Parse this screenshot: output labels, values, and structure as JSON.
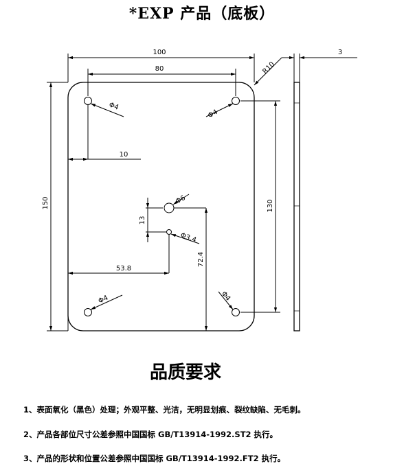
{
  "title": "*EXP 产品（底板）",
  "drawing": {
    "dimensions": {
      "overall_width": "100",
      "thickness": "3",
      "hole_spacing_x": "80",
      "corner_radius": "R10",
      "overall_height": "150",
      "hole_spacing_y": "130",
      "hole_edge_offset": "10",
      "center_offset_x": "53.8",
      "center_offset_y": "72.4",
      "center_hole_spacing": "13"
    },
    "holes": {
      "top_left": "Φ4",
      "top_right": "Φ4",
      "bottom_left": "Φ4",
      "bottom_right": "Φ4",
      "center_large": "Φ6",
      "center_small": "Φ3.4"
    }
  },
  "quality": {
    "heading": "品质要求",
    "items": [
      "1、表面氧化（黑色）处理；外观平整、光洁，无明显划痕、裂纹缺陷、无毛刺。",
      "2、产品各部位尺寸公差参照中国国标 GB/T13914-1992.ST2 执行。",
      "3、产品的形状和位置公差参照中国国标 GB/T13914-1992.FT2 执行。"
    ]
  }
}
